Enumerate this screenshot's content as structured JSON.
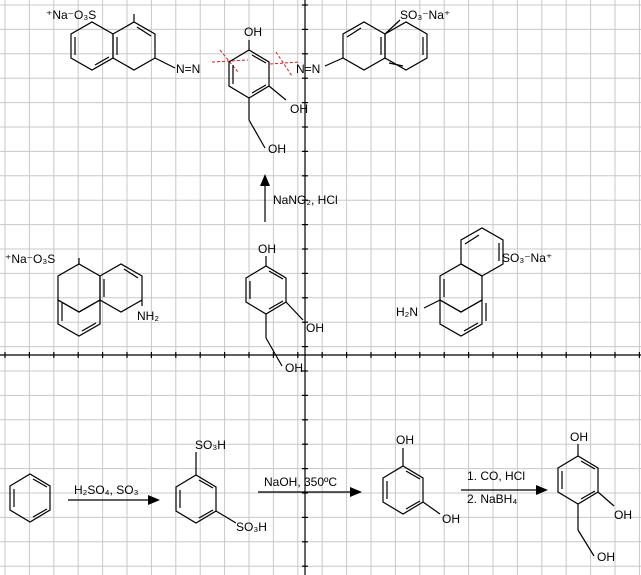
{
  "synthesis": {
    "product": {
      "left_sulfonate": "⁺Na⁻O₃S",
      "right_sulfonate": "SO₃⁻Na⁺",
      "azo_left": "N=N",
      "azo_right": "N=N",
      "oh_top": "OH",
      "oh_right": "OH",
      "ch2oh": "OH"
    },
    "step_diazo": {
      "reagents": "NaNO₂, HCl"
    },
    "middle_row": {
      "left_amine_sulfonate": "⁺Na⁻O₃S",
      "left_amine": "NH₂",
      "center_oh_top": "OH",
      "center_oh_right": "OH",
      "center_ch2oh": "OH",
      "right_amine": "H₂N",
      "right_amine_sulfonate": "SO₃⁻Na⁺"
    },
    "bottom_row": {
      "step1_reagents": "H₂SO₄, SO₃",
      "sulfonic_top": "SO₃H",
      "sulfonic_bottom": "SO₃H",
      "step2_reagents": "NaOH, 350ºC",
      "resorcinol_oh_top": "OH",
      "resorcinol_oh_bottom": "OH",
      "step3_line1": "1. CO, HCl",
      "step3_line2": "2. NaBH₄",
      "final_oh_top": "OH",
      "final_oh_right": "OH",
      "final_ch2oh": "OH"
    }
  }
}
